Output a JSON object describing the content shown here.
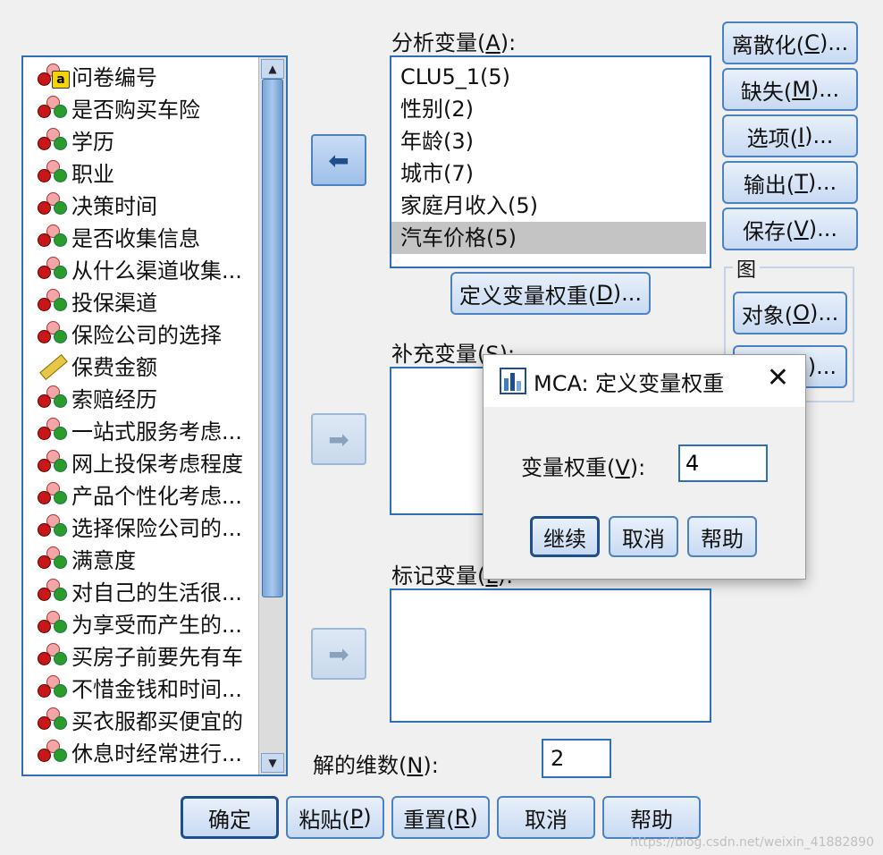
{
  "variables": [
    {
      "label": "问卷编号",
      "icon": "scale-a"
    },
    {
      "label": "是否购买车险",
      "icon": "nominal"
    },
    {
      "label": "学历",
      "icon": "nominal"
    },
    {
      "label": "职业",
      "icon": "nominal"
    },
    {
      "label": "决策时间",
      "icon": "nominal"
    },
    {
      "label": "是否收集信息",
      "icon": "nominal"
    },
    {
      "label": "从什么渠道收集...",
      "icon": "nominal"
    },
    {
      "label": "投保渠道",
      "icon": "nominal"
    },
    {
      "label": "保险公司的选择",
      "icon": "nominal"
    },
    {
      "label": "保费金额",
      "icon": "scale"
    },
    {
      "label": "索赔经历",
      "icon": "nominal"
    },
    {
      "label": "一站式服务考虑...",
      "icon": "nominal"
    },
    {
      "label": "网上投保考虑程度",
      "icon": "nominal"
    },
    {
      "label": "产品个性化考虑...",
      "icon": "nominal"
    },
    {
      "label": "选择保险公司的...",
      "icon": "nominal"
    },
    {
      "label": "满意度",
      "icon": "nominal"
    },
    {
      "label": "对自己的生活很...",
      "icon": "nominal"
    },
    {
      "label": "为享受而产生的...",
      "icon": "nominal"
    },
    {
      "label": "买房子前要先有车",
      "icon": "nominal"
    },
    {
      "label": "不惜金钱和时间...",
      "icon": "nominal"
    },
    {
      "label": "买衣服都买便宜的",
      "icon": "nominal"
    },
    {
      "label": "休息时经常进行...",
      "icon": "nominal"
    }
  ],
  "analysis": {
    "label_prefix": "分析变量(",
    "label_key": "A",
    "label_suffix": "):",
    "items": [
      "CLU5_1(5)",
      "性别(2)",
      "年龄(3)",
      "城市(7)",
      "家庭月收入(5)",
      "汽车价格(5)"
    ],
    "selected_index": 5
  },
  "define_weight_button": {
    "prefix": "定义变量权重(",
    "key": "D",
    "suffix": ")..."
  },
  "supplementary": {
    "prefix": "补充变量(",
    "key": "S",
    "suffix": "):"
  },
  "labeling": {
    "prefix": "标记变量(",
    "key": "L",
    "suffix": "):"
  },
  "dimensions": {
    "prefix": "解的维数(",
    "key": "N",
    "suffix": "):",
    "value": "2"
  },
  "side_buttons": [
    {
      "name": "discretize-button",
      "prefix": "离散化(",
      "key": "C",
      "suffix": ")..."
    },
    {
      "name": "missing-button",
      "prefix": "缺失(",
      "key": "M",
      "suffix": ")..."
    },
    {
      "name": "options-button",
      "prefix": "选项(",
      "key": "I",
      "suffix": ")..."
    },
    {
      "name": "output-button",
      "prefix": "输出(",
      "key": "T",
      "suffix": ")..."
    },
    {
      "name": "save-button",
      "prefix": "保存(",
      "key": "V",
      "suffix": ")..."
    }
  ],
  "chart_group": {
    "label": "图",
    "objects_button": {
      "prefix": "对象(",
      "key": "O",
      "suffix": ")..."
    },
    "variables_button_partial": "B)..."
  },
  "bottom_buttons": [
    {
      "name": "ok-button",
      "prefix": "确定",
      "key": "",
      "suffix": ""
    },
    {
      "name": "paste-button",
      "prefix": "粘贴(",
      "key": "P",
      "suffix": ")"
    },
    {
      "name": "reset-button",
      "prefix": "重置(",
      "key": "R",
      "suffix": ")"
    },
    {
      "name": "cancel-button",
      "prefix": "取消",
      "key": "",
      "suffix": ""
    },
    {
      "name": "help-button",
      "prefix": "帮助",
      "key": "",
      "suffix": ""
    }
  ],
  "dialog": {
    "title": "MCA: 定义变量权重",
    "field_prefix": "变量权重(",
    "field_key": "V",
    "field_suffix": "):",
    "field_value": "4",
    "continue_label": "继续",
    "cancel_label": "取消",
    "help_label": "帮助"
  },
  "watermark": "https://blog.csdn.net/weixin_41882890"
}
